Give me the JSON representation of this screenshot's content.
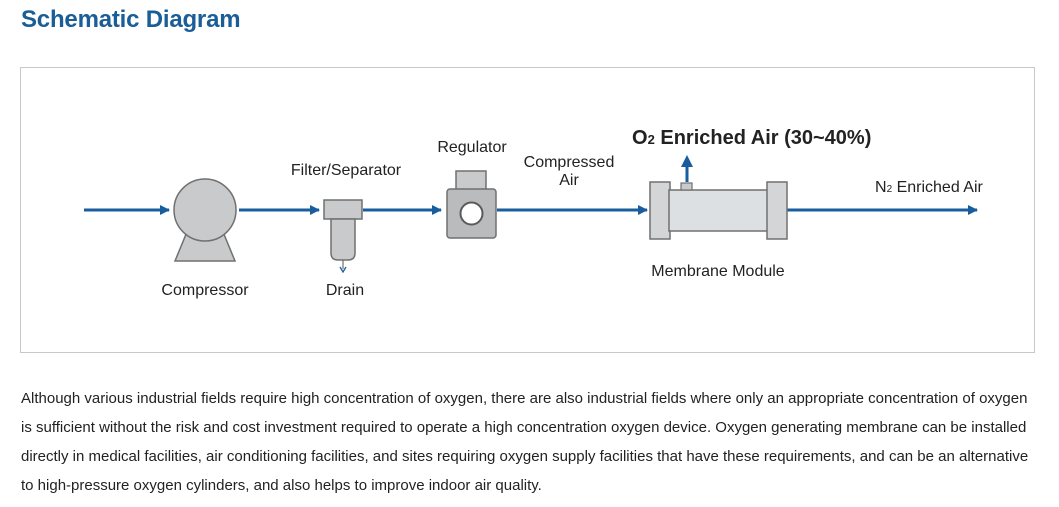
{
  "header": {
    "title": "Schematic Diagram"
  },
  "diagram": {
    "labels": {
      "compressor": "Compressor",
      "filter": "Filter/Separator",
      "drain": "Drain",
      "regulator": "Regulator",
      "compressed_line1": "Compressed",
      "compressed_line2": "Air",
      "o2_main": "O",
      "o2_sub": "2",
      "o2_rest": " Enriched Air (30~40%)",
      "n2_main": "N",
      "n2_sub": "2",
      "n2_rest": " Enriched Air",
      "membrane": "Membrane Module"
    },
    "colors": {
      "flow": "#1a5d9e",
      "component_fill": "#c8cacc",
      "component_stroke": "#707070"
    }
  },
  "description": "Although various industrial fields require high concentration of oxygen, there are also industrial fields where only an appropriate concentration of oxygen is sufficient without the risk and cost investment required to operate a high concentration oxygen device. Oxygen generating membrane can be installed directly in medical facilities, air conditioning facilities, and sites requiring oxygen supply facilities that have these requirements, and can be an alternative to high-pressure oxygen cylinders, and also helps to improve indoor air quality."
}
